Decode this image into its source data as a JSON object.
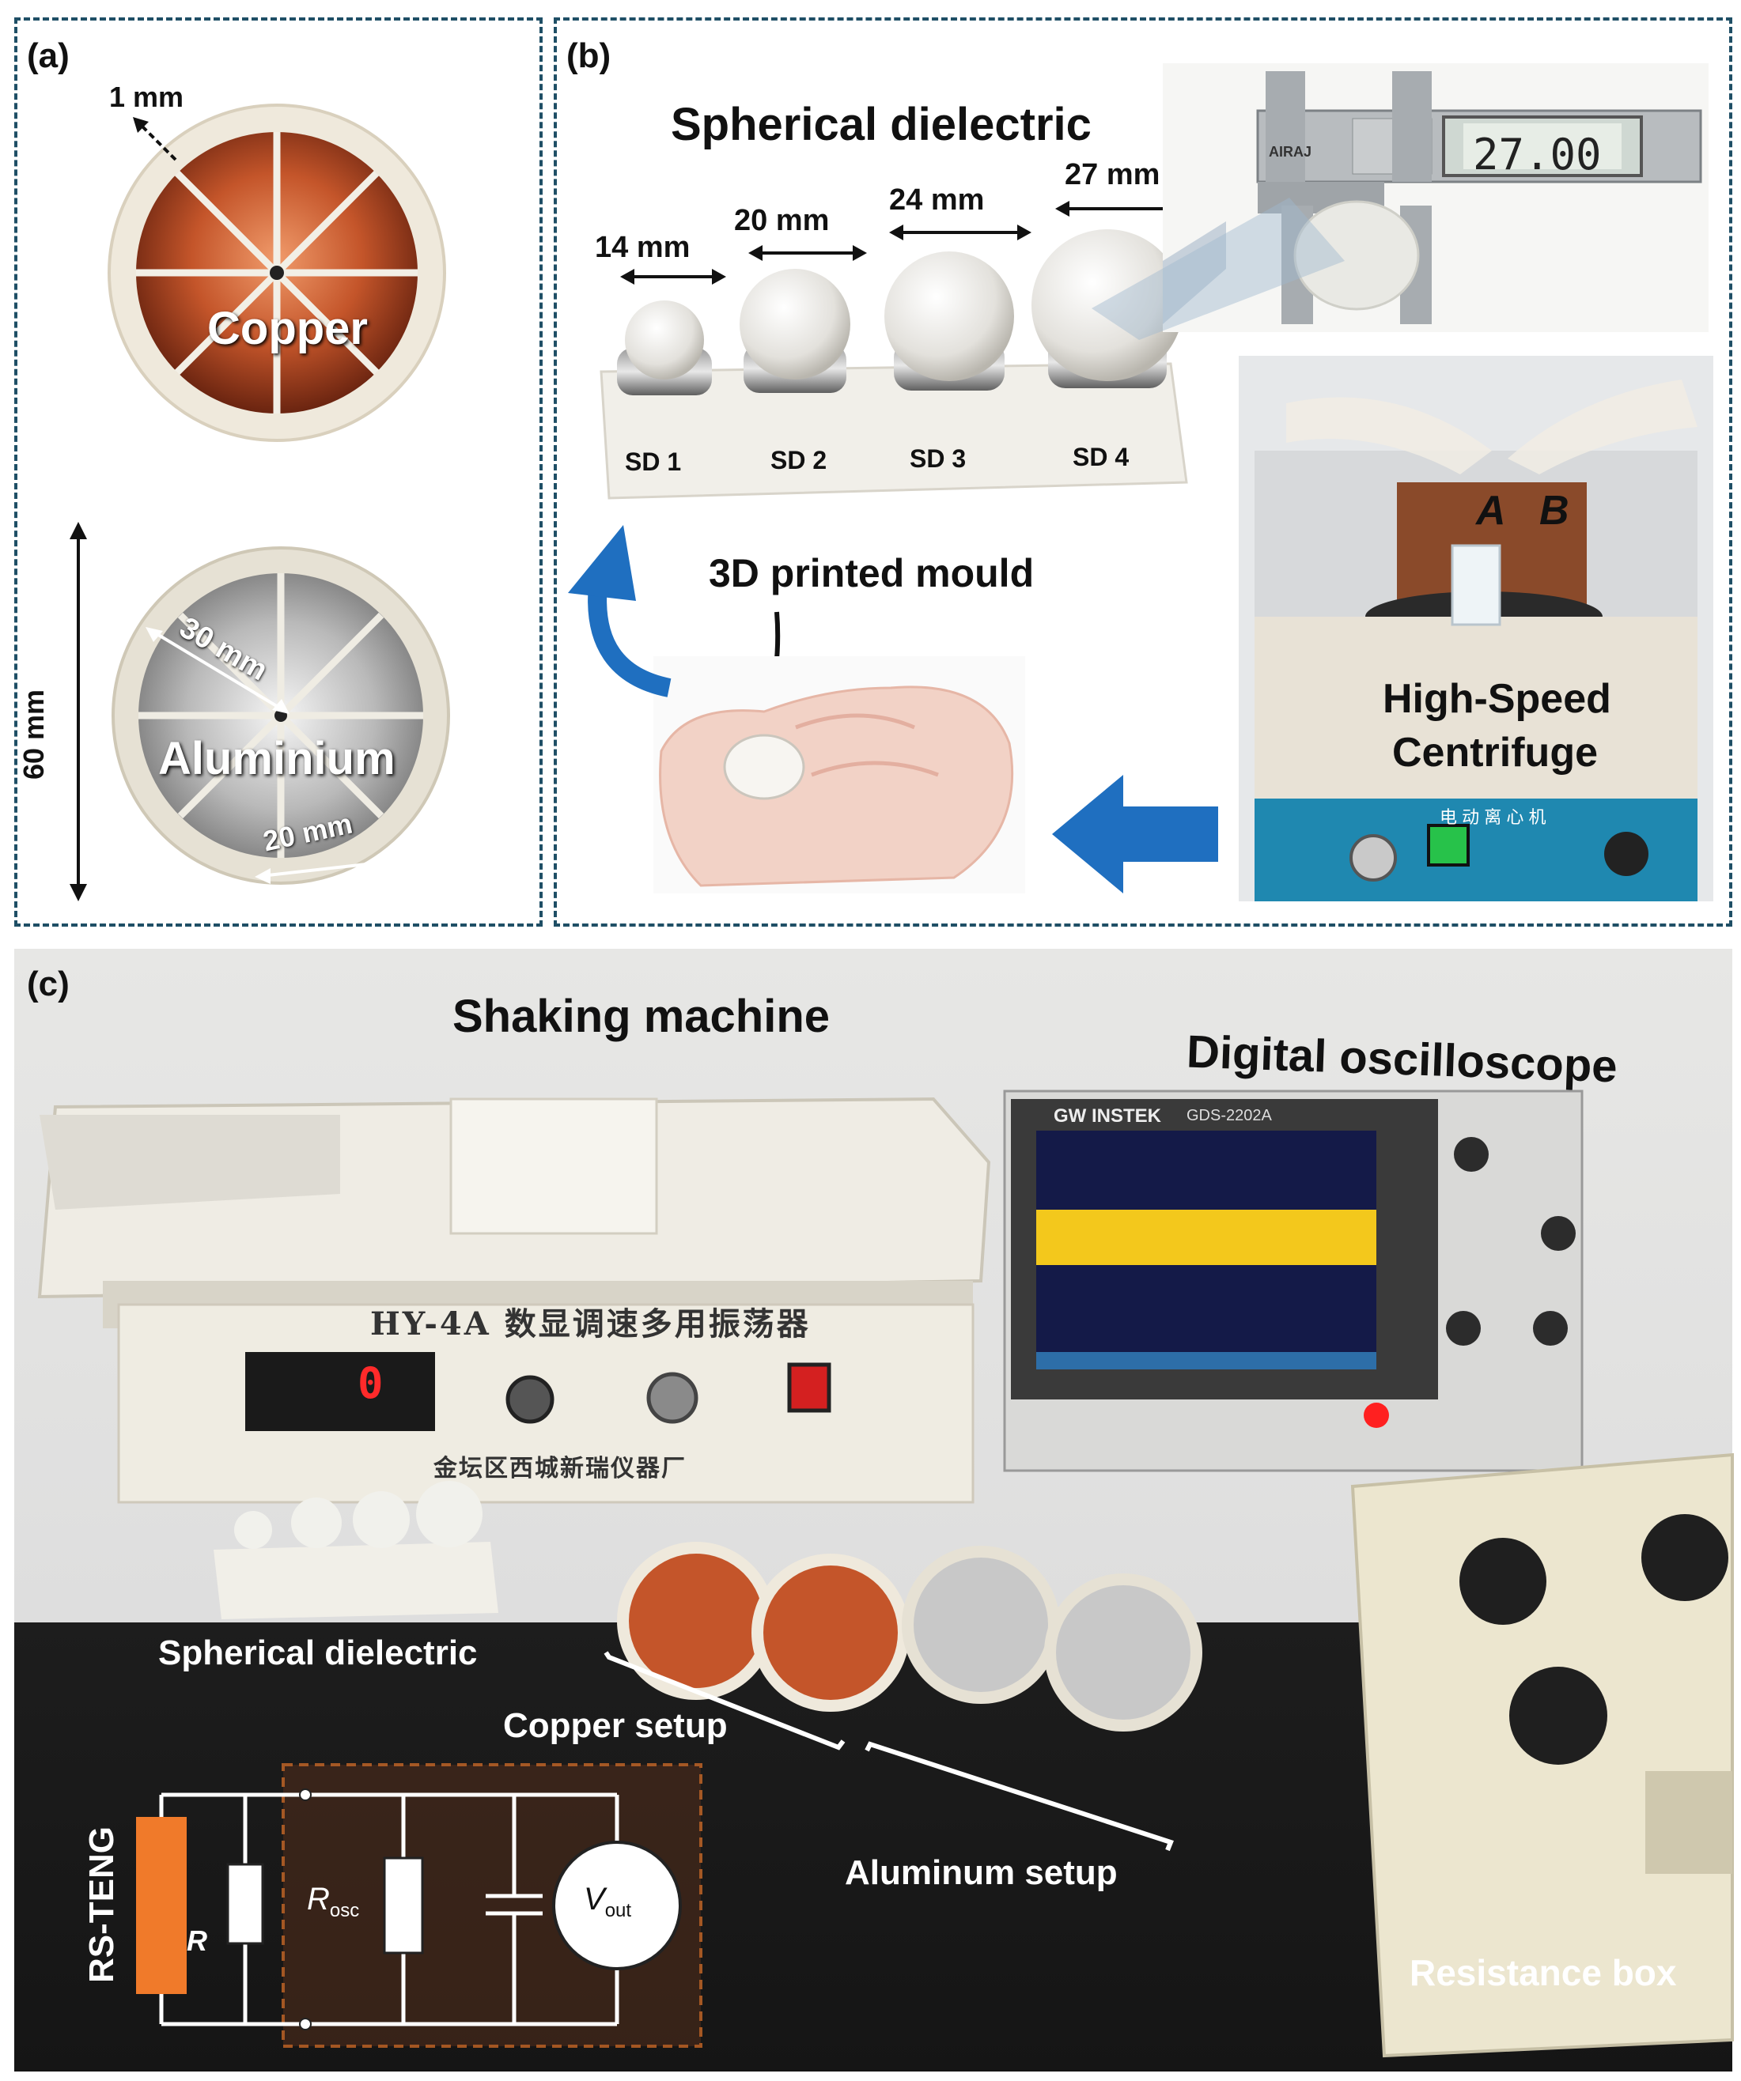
{
  "panel_a": {
    "label": "(a)",
    "gap_label": "1 mm",
    "copper_label": "Copper",
    "aluminium_label": "Aluminium",
    "dim_height": "60 mm",
    "dim_radius": "30 mm",
    "dim_width": "20 mm"
  },
  "panel_b": {
    "label": "(b)",
    "title": "Spherical dielectric",
    "sizes": [
      "14 mm",
      "20 mm",
      "24 mm",
      "27 mm"
    ],
    "samples": [
      "SD 1",
      "SD 2",
      "SD 3",
      "SD 4"
    ],
    "caliper_reading": "27.00",
    "caliper_brand": "AIRAJ",
    "mould_label": "3D printed mould",
    "centrifuge_label_1": "High-Speed",
    "centrifuge_label_2": "Centrifuge",
    "centrifuge_plate": "电 动 离 心 机",
    "part_a": "A",
    "part_b": "B"
  },
  "panel_c": {
    "label": "(c)",
    "shaker_label": "Shaking machine",
    "shaker_model": "HY-4A 数显调速多用振荡器",
    "shaker_maker": "金坛区西城新瑞仪器厂",
    "shaker_display": "0",
    "scope_label": "Digital oscilloscope",
    "scope_brand": "GW INSTEK",
    "scope_model": "GDS-2202A",
    "spherical_label": "Spherical dielectric",
    "copper_setup": "Copper setup",
    "aluminum_setup": "Aluminum setup",
    "resistance_box": "Resistance box",
    "circuit": {
      "teng": "RS-TENG",
      "r": "R",
      "rosc_main": "R",
      "rosc_sub": "osc",
      "vout_main": "V",
      "vout_sub": "out"
    }
  },
  "colors": {
    "border": "#1f4f66",
    "arrow_blue": "#1f6fc0",
    "copper": "#c4552a",
    "circuit_orange": "#f07a2a"
  }
}
